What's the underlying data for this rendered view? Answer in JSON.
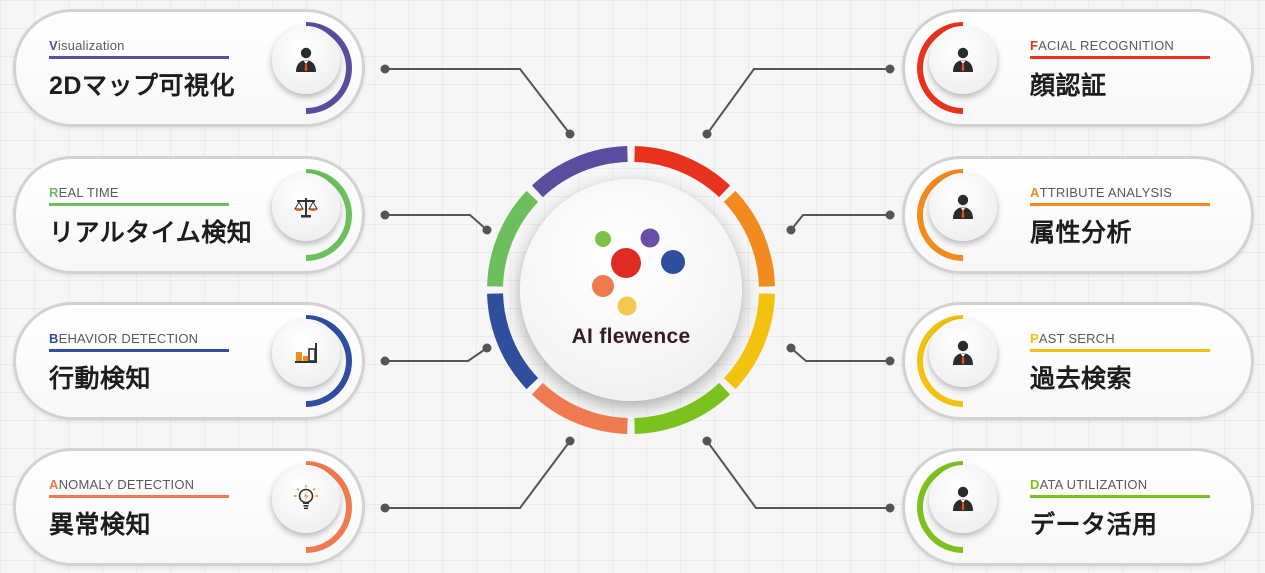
{
  "brand": {
    "name": "AI flewence"
  },
  "features": [
    {
      "id": "visualization",
      "side": "left",
      "en_first": "V",
      "en_rest": "isualization",
      "jp": "2Dマップ可視化",
      "color": "#5a4da0",
      "icon": "businessman-icon"
    },
    {
      "id": "real-time",
      "side": "left",
      "en_first": "R",
      "en_rest": "EAL TIME",
      "jp": "リアルタイム検知",
      "color": "#6cbf5c",
      "icon": "scales-icon"
    },
    {
      "id": "behavior-detection",
      "side": "left",
      "en_first": "B",
      "en_rest": "EHAVIOR DETECTION",
      "jp": "行動検知",
      "color": "#2f4e9e",
      "icon": "bar-chart-icon"
    },
    {
      "id": "anomaly-detection",
      "side": "left",
      "en_first": "A",
      "en_rest": "NOMALY DETECTION",
      "jp": "異常検知",
      "color": "#f07a50",
      "icon": "lightbulb-icon"
    },
    {
      "id": "facial-recognition",
      "side": "right",
      "en_first": "F",
      "en_rest": "ACIAL RECOGNITION",
      "jp": "顔認証",
      "color": "#e8321e",
      "icon": "businessman-icon"
    },
    {
      "id": "attribute-analysis",
      "side": "right",
      "en_first": "A",
      "en_rest": "TTRIBUTE ANALYSIS",
      "jp": "属性分析",
      "color": "#f28a1e",
      "icon": "businessman-icon"
    },
    {
      "id": "past-serch",
      "side": "right",
      "en_first": "P",
      "en_rest": "AST SERCH",
      "jp": "過去検索",
      "color": "#f2c20f",
      "icon": "businessman-icon"
    },
    {
      "id": "data-utilization",
      "side": "right",
      "en_first": "D",
      "en_rest": "ATA UTILIZATION",
      "jp": "データ活用",
      "color": "#7cc21e",
      "icon": "businessman-icon"
    }
  ],
  "hub_segments": [
    {
      "color": "#5a4da0"
    },
    {
      "color": "#e8321e"
    },
    {
      "color": "#f28a1e"
    },
    {
      "color": "#f2c20f"
    },
    {
      "color": "#7cc21e"
    },
    {
      "color": "#f07a50"
    },
    {
      "color": "#2f4e9e"
    },
    {
      "color": "#6cbf5c"
    }
  ],
  "logo_dots": [
    {
      "color": "#7cc24a"
    },
    {
      "color": "#6a4ea8"
    },
    {
      "color": "#e02b25"
    },
    {
      "color": "#2f4e9e"
    },
    {
      "color": "#f07a50"
    },
    {
      "color": "#f2c94c"
    }
  ]
}
